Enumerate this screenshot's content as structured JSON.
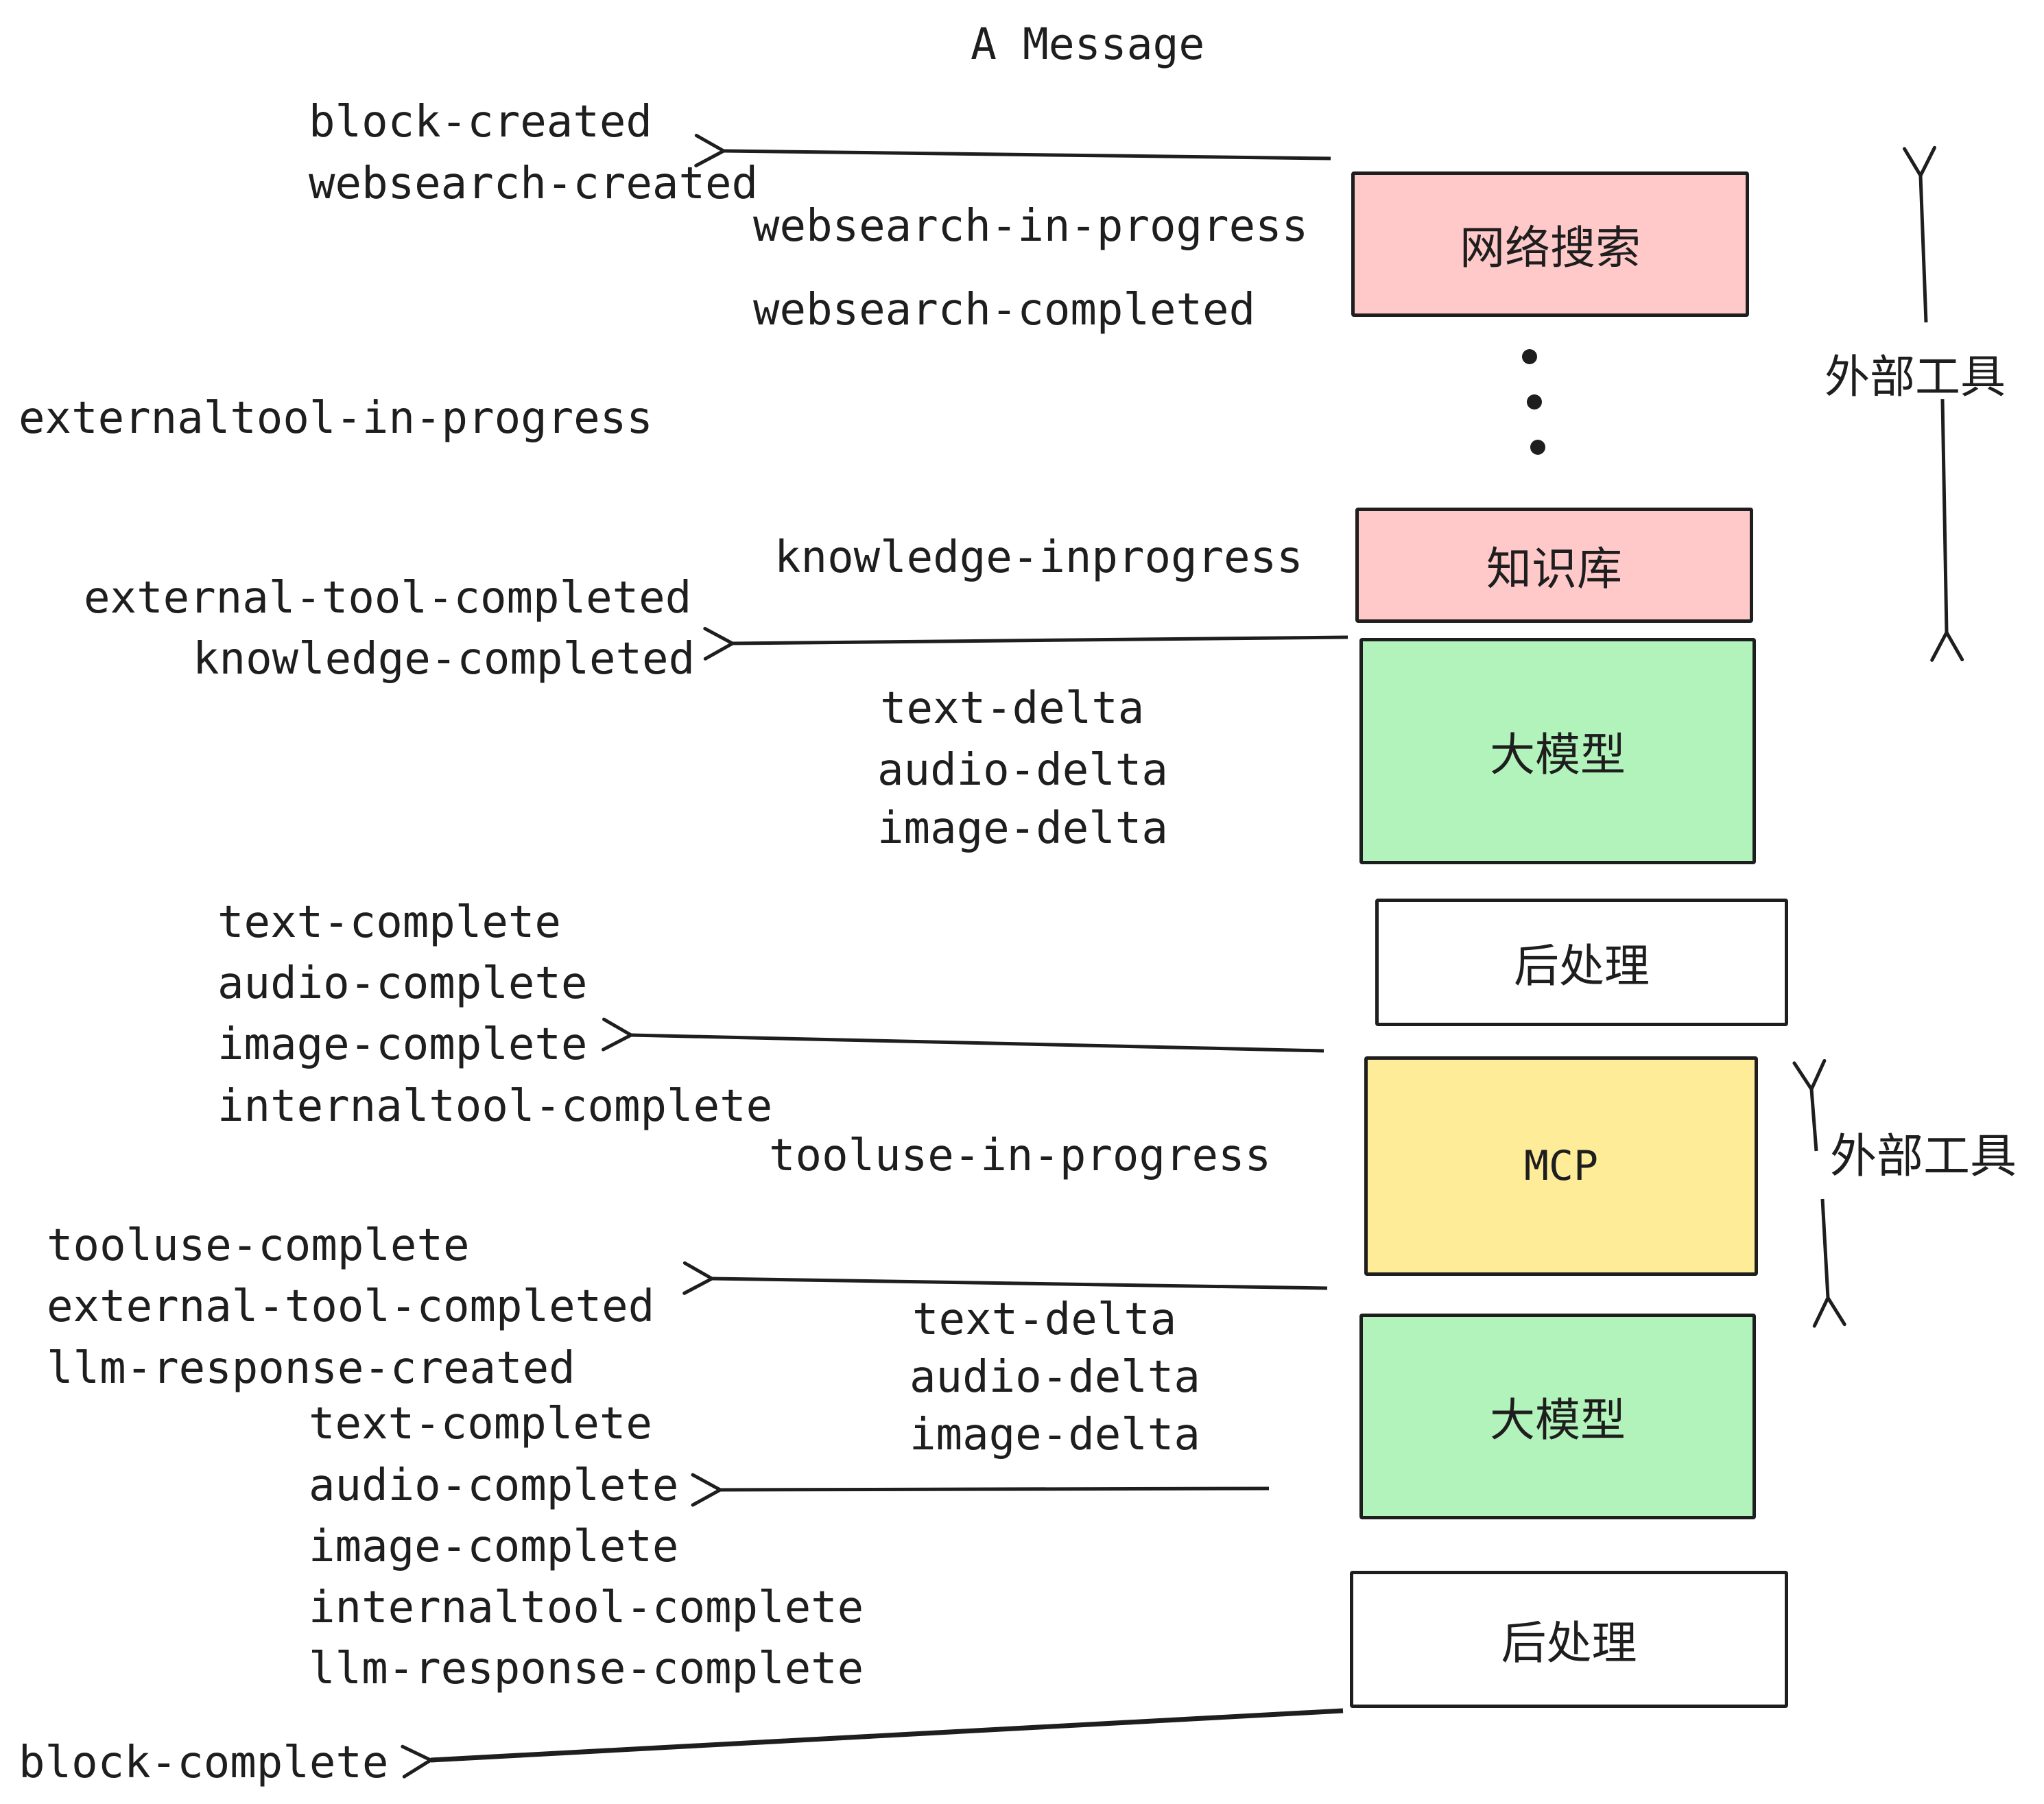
{
  "title": "A Message",
  "colors": {
    "stroke": "#1e1e1e",
    "pink": "#ffc9c9",
    "green": "#b2f2bb",
    "yellow": "#ffec99",
    "white": "#ffffff"
  },
  "boxes": [
    {
      "label": "网络搜索",
      "color": "#ffc9c9"
    },
    {
      "label": "知识库",
      "color": "#ffc9c9"
    },
    {
      "label": "大模型",
      "color": "#b2f2bb"
    },
    {
      "label": "后处理",
      "color": "#ffffff"
    },
    {
      "label": "MCP",
      "color": "#ffec99"
    },
    {
      "label": "大模型",
      "color": "#b2f2bb"
    },
    {
      "label": "后处理",
      "color": "#ffffff"
    }
  ],
  "side_labels": [
    {
      "text": "外部工具"
    },
    {
      "text": "外部工具"
    }
  ],
  "events": [
    {
      "text": "block-created"
    },
    {
      "text": "websearch-created"
    },
    {
      "text": "websearch-in-progress"
    },
    {
      "text": "websearch-completed"
    },
    {
      "text": "externaltool-in-progress"
    },
    {
      "text": "knowledge-inprogress"
    },
    {
      "text": "external-tool-completed"
    },
    {
      "text": "knowledge-completed"
    },
    {
      "text": "text-delta"
    },
    {
      "text": "audio-delta"
    },
    {
      "text": "image-delta"
    },
    {
      "text": "text-complete"
    },
    {
      "text": "audio-complete"
    },
    {
      "text": "image-complete"
    },
    {
      "text": "internaltool-complete"
    },
    {
      "text": "tooluse-in-progress"
    },
    {
      "text": "tooluse-complete"
    },
    {
      "text": "external-tool-completed"
    },
    {
      "text": "llm-response-created"
    },
    {
      "text": "text-complete"
    },
    {
      "text": "text-delta"
    },
    {
      "text": "audio-delta"
    },
    {
      "text": "image-delta"
    },
    {
      "text": "audio-complete"
    },
    {
      "text": "image-complete"
    },
    {
      "text": "internaltool-complete"
    },
    {
      "text": "llm-response-complete"
    },
    {
      "text": "block-complete"
    }
  ]
}
